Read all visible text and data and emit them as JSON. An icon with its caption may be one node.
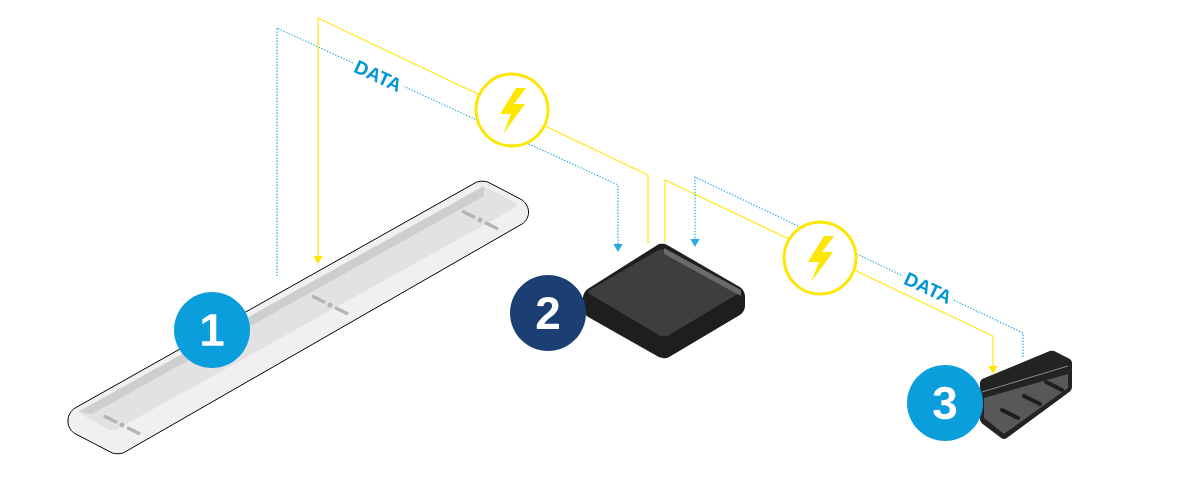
{
  "diagram": {
    "nodes": [
      {
        "text": [],
        "shape": "picture"
      },
      {
        "text": [
          "1"
        ]
      },
      {
        "text": [],
        "shape": "picture"
      },
      {
        "text": [
          "2"
        ]
      },
      {
        "text": [],
        "shape": "picture"
      },
      {
        "text": [
          "3"
        ]
      }
    ],
    "edges": [
      {
        "from": 2,
        "to": 0,
        "arrow": "to",
        "color": "#ffe600"
      },
      {
        "from": 0,
        "to": 2,
        "arrow": "to",
        "label": "DATA",
        "style": "dashed",
        "color": "#29abe2"
      },
      {
        "from": 2,
        "to": 4,
        "arrow": "to",
        "color": "#ffe600"
      },
      {
        "from": 4,
        "to": 2,
        "arrow": "to",
        "label": "DATA",
        "style": "dashed",
        "color": "#29abe2"
      }
    ]
  }
}
